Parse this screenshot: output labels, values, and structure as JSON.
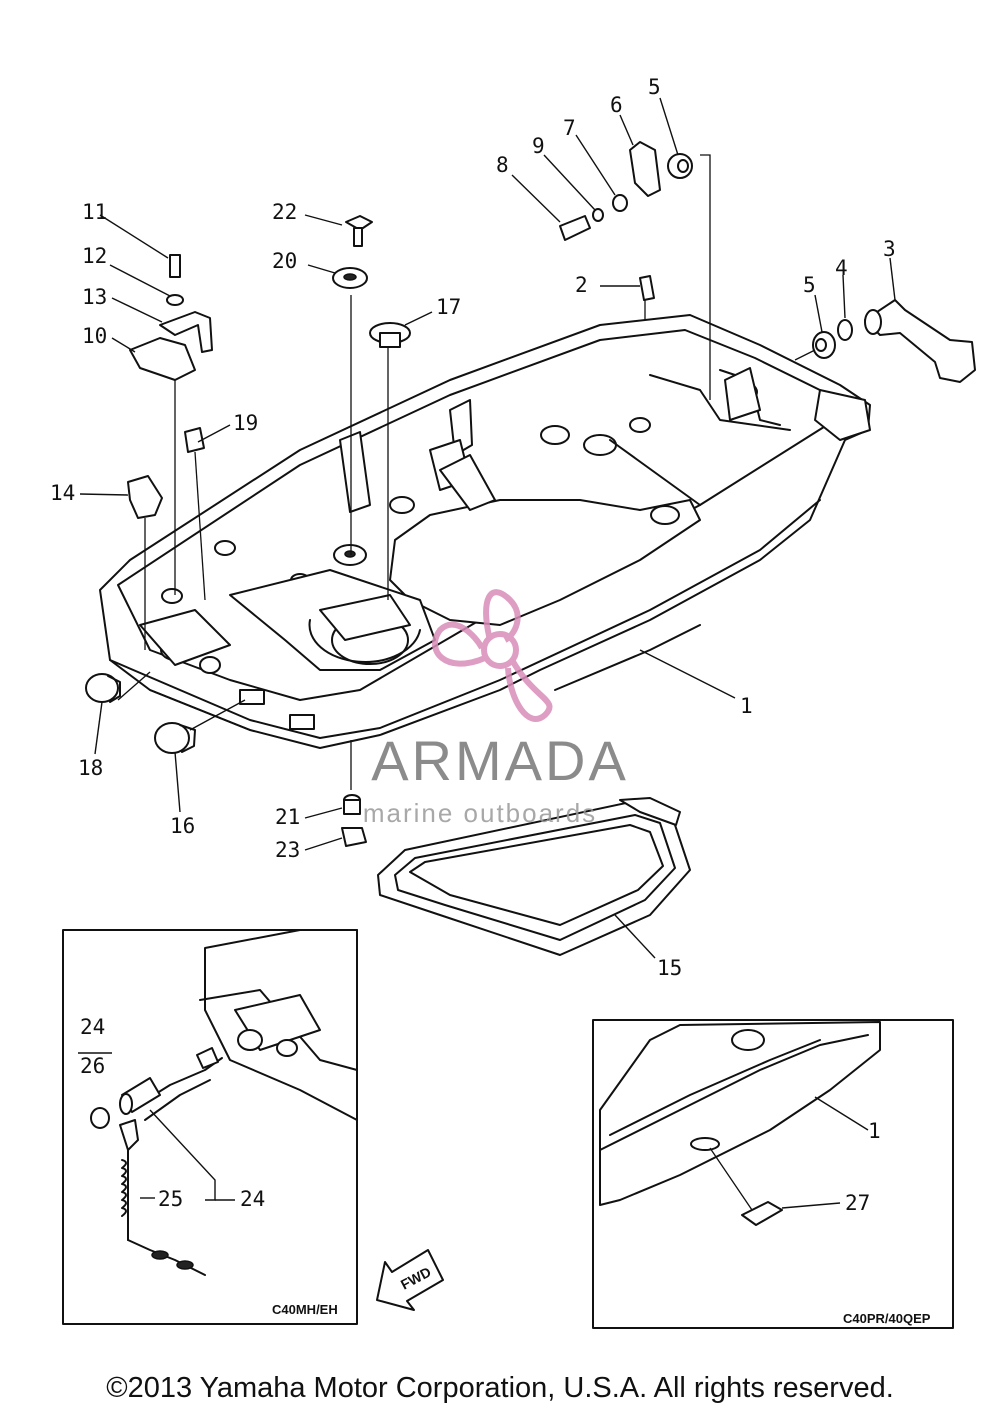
{
  "labels": {
    "p1": "1",
    "p1b": "1",
    "p2": "2",
    "p3": "3",
    "p4": "4",
    "p5a": "5",
    "p5b": "5",
    "p6": "6",
    "p7": "7",
    "p8": "8",
    "p9": "9",
    "p10": "10",
    "p11": "11",
    "p12": "12",
    "p13": "13",
    "p14": "14",
    "p15": "15",
    "p16": "16",
    "p17": "17",
    "p18": "18",
    "p19": "19",
    "p20": "20",
    "p21": "21",
    "p22": "22",
    "p23": "23",
    "p24a": "24",
    "p24b": "24",
    "p25": "25",
    "p26": "26",
    "p27": "27"
  },
  "insets": {
    "left_variant": "C40MH/EH",
    "right_variant": "C40PR/40QEP"
  },
  "fwd": "FWD",
  "watermark": {
    "title": "ARMADA",
    "subtitle": "marine outboards",
    "color": "#d98cb8"
  },
  "copyright": "©2013 Yamaha Motor Corporation, U.S.A. All rights reserved."
}
